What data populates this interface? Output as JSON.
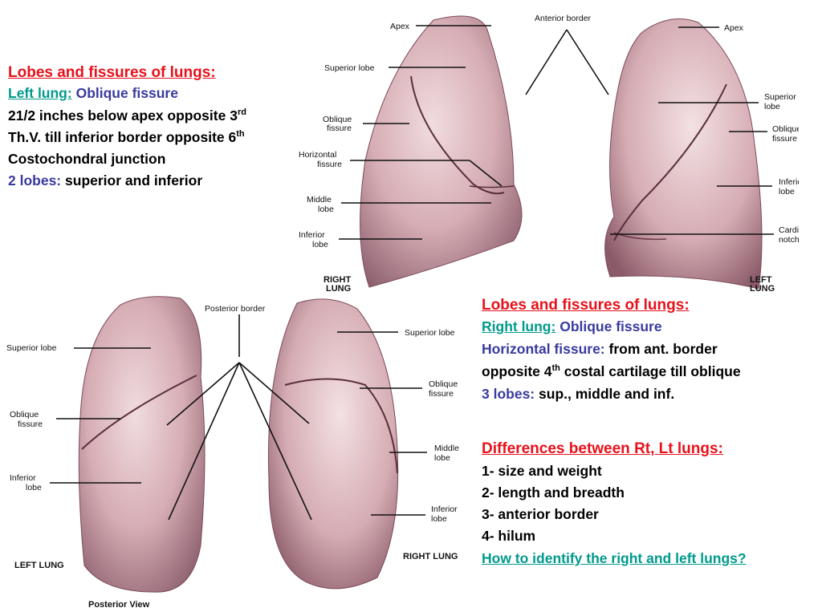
{
  "notes_left": {
    "heading": "Lobes and fissures of lungs:",
    "lung_label": "Left lung:",
    "fissure": "Oblique fissure",
    "line1_a": "21/2 inches below apex opposite 3",
    "line1_sup": "rd",
    "line2_a": "Th.V. till inferior border opposite 6",
    "line2_sup": "th",
    "line3": "Costochondral junction",
    "lobes_label": "2 lobes:",
    "lobes_text": "superior and inferior"
  },
  "notes_right": {
    "heading": "Lobes and fissures of lungs:",
    "lung_label": "Right lung:",
    "fissure1": "Oblique fissure",
    "fissure2_label": "Horizontal fissure:",
    "fissure2_text": "from ant. border",
    "line_a": "opposite 4",
    "line_sup": "th",
    "line_b": "costal cartilage till oblique",
    "lobes_label": "3 lobes:",
    "lobes_text": "sup., middle and inf."
  },
  "differences": {
    "heading": "Differences between Rt, Lt lungs:",
    "items": [
      "1- size and weight",
      "2- length and breadth",
      "3- anterior border",
      "4- hilum"
    ],
    "link": "How to identify the right and left lungs?"
  },
  "top_figure": {
    "apex_left": "Apex",
    "anterior_border": "Anterior border",
    "apex_right": "Apex",
    "superior_lobe_left": "Superior lobe",
    "oblique_left": [
      "Oblique",
      "fissure"
    ],
    "horizontal_left": [
      "Horizontal",
      "fissure"
    ],
    "middle_left": [
      "Middle",
      "lobe"
    ],
    "inferior_left": [
      "Inferior",
      "lobe"
    ],
    "superior_right": [
      "Superior",
      "lobe"
    ],
    "oblique_right": [
      "Oblique",
      "fissure"
    ],
    "inferior_right": [
      "Inferior",
      "lobe"
    ],
    "cardiac_right": [
      "Cardiac",
      "notch"
    ],
    "right_lung_caption": [
      "RIGHT",
      "LUNG"
    ],
    "left_lung_caption": [
      "LEFT",
      "LUNG"
    ]
  },
  "bottom_figure": {
    "posterior_border": "Posterior border",
    "superior_left": "Superior lobe",
    "oblique_left": [
      "Oblique",
      "fissure"
    ],
    "inferior_left": [
      "Inferior",
      "lobe"
    ],
    "superior_right": "Superior lobe",
    "oblique_right": [
      "Oblique",
      "fissure"
    ],
    "middle_right": [
      "Middle",
      "lobe"
    ],
    "inferior_right": [
      "Inferior",
      "lobe"
    ],
    "left_lung_caption": "LEFT LUNG",
    "right_lung_caption": "RIGHT LUNG",
    "view_caption": "Posterior View"
  },
  "colors": {
    "heading_red": "#e8111a",
    "label_teal": "#009a8c",
    "label_navy": "#3a3aa0",
    "lung_tissue": "#d9b3b8",
    "lung_shadow": "#8a5a66"
  }
}
